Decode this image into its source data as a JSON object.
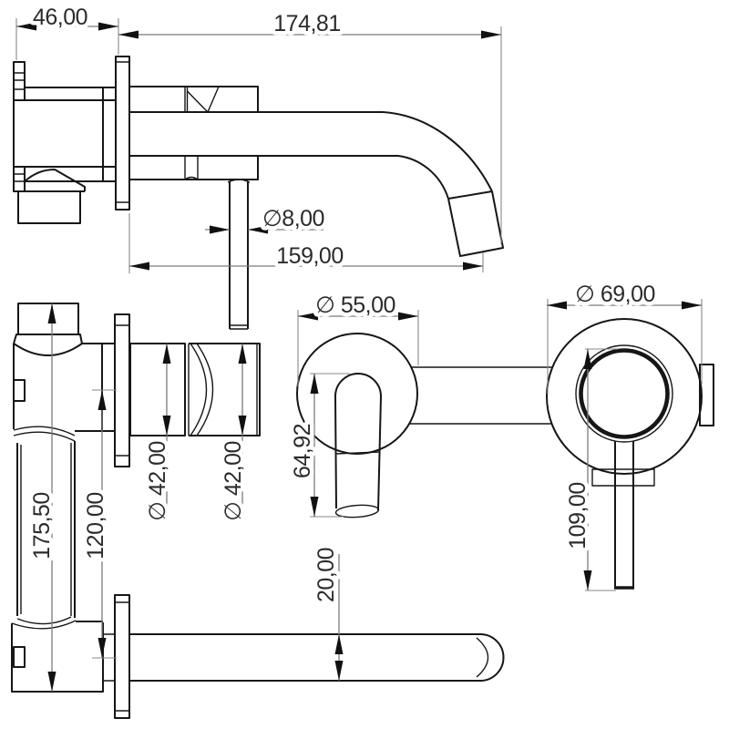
{
  "drawing": {
    "subject": "wall-mounted basin mixer tap, dimensioned orthographic views",
    "colors": {
      "outline": "#161616",
      "dimension_line": "#7b7b7b",
      "arrow": "#111111",
      "label": "#2b2b2b",
      "background": "#ffffff"
    },
    "dims": {
      "d46": "46,00",
      "d174": "174,81",
      "d8": "∅8,00",
      "d159": "159,00",
      "d55": "∅ 55,00",
      "d69": "∅ 69,00",
      "d42a": "∅ 42,00",
      "d42b": "∅ 42,00",
      "d175": "175,50",
      "d120": "120,00",
      "d64": "64,92",
      "d109": "109,00",
      "d20": "20,00"
    }
  }
}
